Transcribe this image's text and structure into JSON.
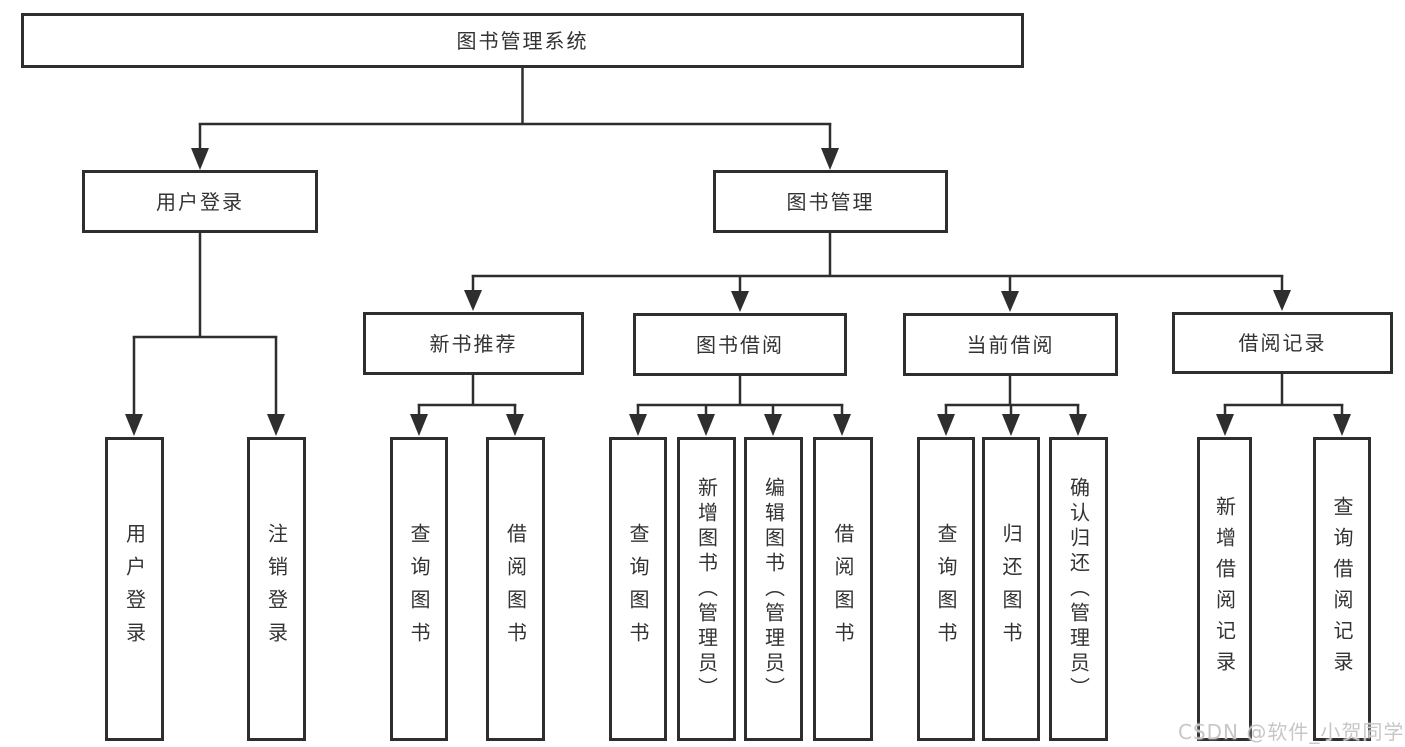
{
  "diagram": {
    "root": {
      "label": "图书管理系统"
    },
    "level2": {
      "user_login": {
        "label": "用户登录"
      },
      "book_mgmt": {
        "label": "图书管理"
      }
    },
    "level3": {
      "new_books": {
        "label": "新书推荐"
      },
      "book_borrow": {
        "label": "图书借阅"
      },
      "current_borrow": {
        "label": "当前借阅"
      },
      "borrow_records": {
        "label": "借阅记录"
      }
    },
    "leaves": {
      "user": [
        "用户登录",
        "注销登录"
      ],
      "recommend": [
        "查询图书",
        "借阅图书"
      ],
      "borrow": [
        "查询图书",
        "新增图书（管理员）",
        "编辑图书（管理员）",
        "借阅图书"
      ],
      "current": [
        "查询图书",
        "归还图书",
        "确认归还（管理员）"
      ],
      "records": [
        "新增借阅记录",
        "查询借阅记录"
      ]
    }
  },
  "watermark": {
    "text": "CSDN @软件_小贺同学",
    "color": "#c7c7c7"
  },
  "colors": {
    "line": "#2e2e2e",
    "box_border": "#2e2e2e",
    "text": "#333333",
    "background": "#ffffff"
  }
}
